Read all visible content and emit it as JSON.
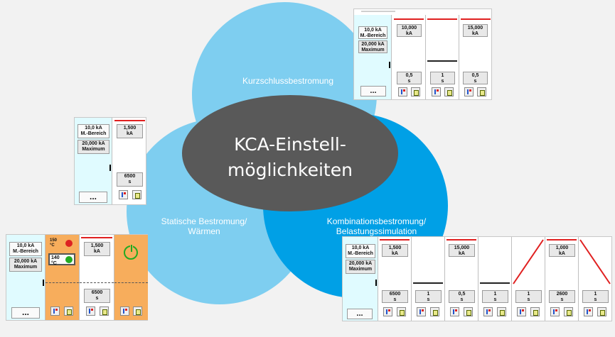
{
  "colors": {
    "light_blue": "#7ecef0",
    "mid_blue": "#57b5e3",
    "deep_blue": "#00a0e6",
    "center": "#595959",
    "red": "#e02020",
    "orange": "#f7ad5c",
    "cyan": "#e0fbff"
  },
  "center": {
    "line1": "KCA-Einstell-",
    "line2": "möglichkeiten"
  },
  "circles": {
    "top": "Kurzschlussbestromung",
    "left_line1": "Statische Bestromung/",
    "left_line2": "Wärmen",
    "right_line1": "Kombinationsbestromung/",
    "right_line2": "Belastungssimulation"
  },
  "common": {
    "range_value": "10,0 kA",
    "range_label": "M.-Bereich",
    "max_value": "20,000 kA",
    "max_label": "Maximum",
    "more": "...",
    "unit_s": "s",
    "unit_ka": "kA"
  },
  "panel_short": {
    "currents": [
      "10,000",
      "",
      "15,000"
    ],
    "times": [
      "0,5",
      "1",
      "0,5"
    ]
  },
  "panel_static": {
    "currents": [
      "1,500"
    ],
    "times": [
      "6500"
    ]
  },
  "panel_heat": {
    "temp_high": "150",
    "temp_low": "140",
    "temp_unit": "°C",
    "current": "1,500",
    "time": "6500"
  },
  "panel_combo": {
    "currents": [
      "1,500",
      "",
      "15,000",
      "",
      "",
      "1,000",
      ""
    ],
    "times": [
      "6500",
      "1",
      "0,5",
      "1",
      "1",
      "2600",
      "1"
    ]
  }
}
